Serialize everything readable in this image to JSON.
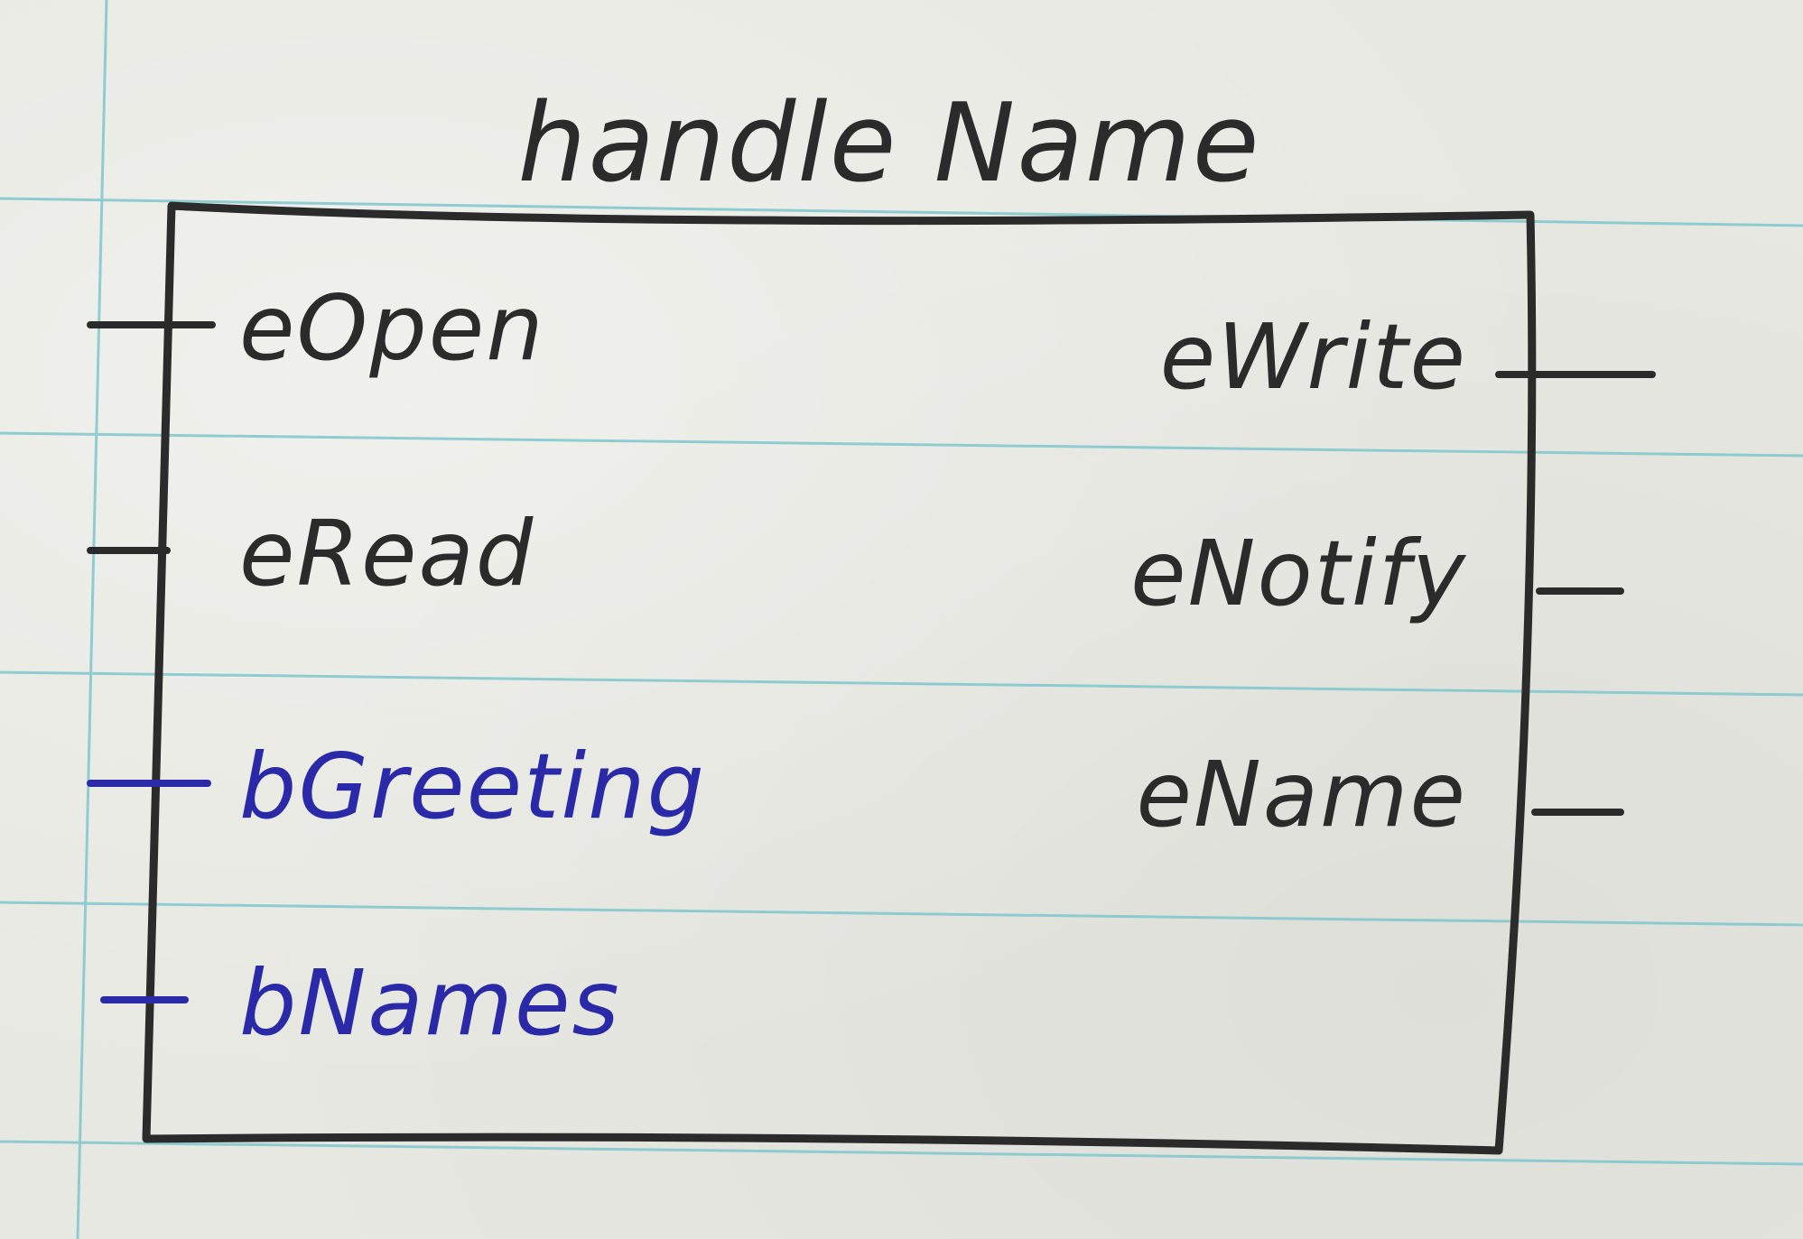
{
  "diagram": {
    "title": "handle Name",
    "inputs": [
      {
        "label": "eOpen",
        "color": "#2b2b2b"
      },
      {
        "label": "eRead",
        "color": "#2b2b2b"
      },
      {
        "label": "bGreeting",
        "color": "#2a2aa8"
      },
      {
        "label": "bNames",
        "color": "#2a2aa8"
      }
    ],
    "outputs": [
      {
        "label": "eWrite",
        "color": "#2b2b2b"
      },
      {
        "label": "eNotify",
        "color": "#2b2b2b"
      },
      {
        "label": "eName",
        "color": "#2b2b2b"
      }
    ]
  },
  "colors": {
    "ink_black": "#2b2b2b",
    "ink_blue": "#2a2aa8",
    "paper": "#e8e8e2",
    "rule_line": "#7fc7cf"
  }
}
